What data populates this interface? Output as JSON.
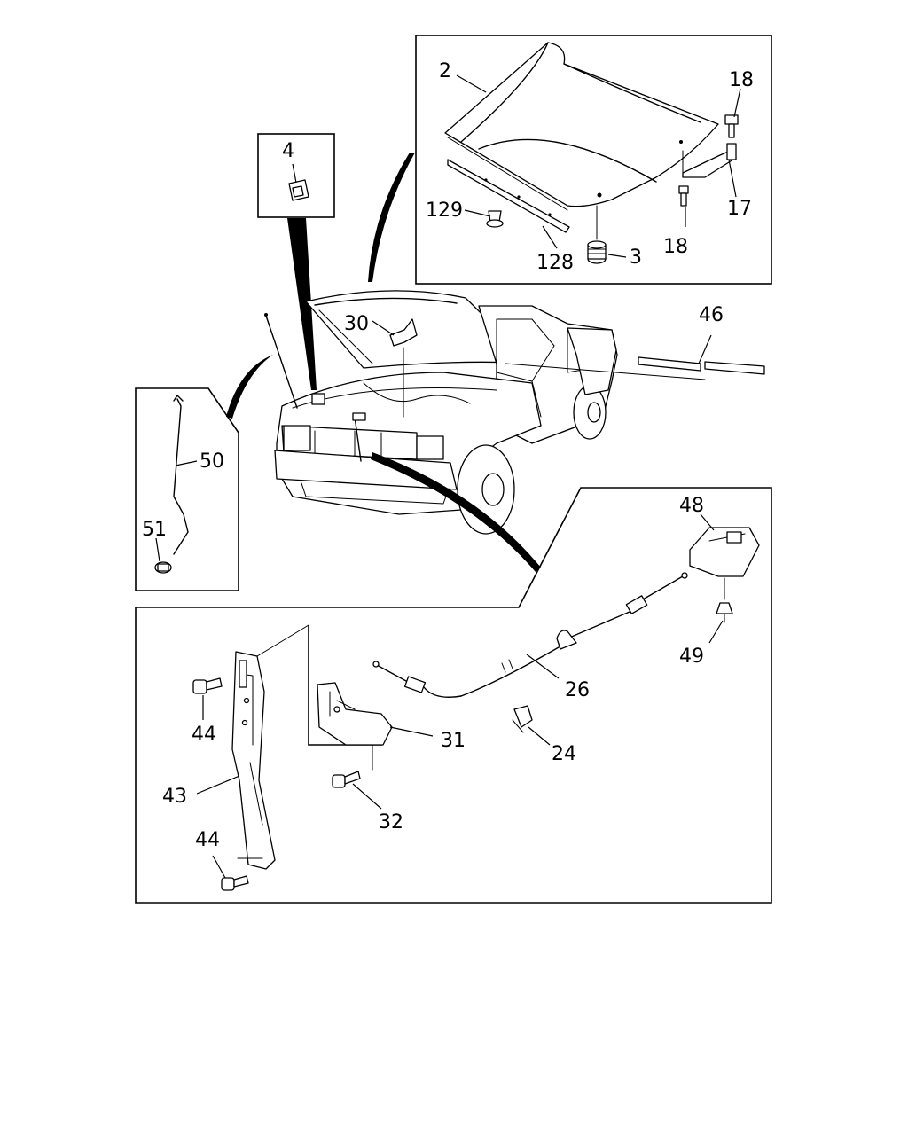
{
  "callouts": {
    "c2": "2",
    "c18a": "18",
    "c4": "4",
    "c17": "17",
    "c129": "129",
    "c18b": "18",
    "c128": "128",
    "c3": "3",
    "c30": "30",
    "c46": "46",
    "c50": "50",
    "c51": "51",
    "c48": "48",
    "c49": "49",
    "c26": "26",
    "c44a": "44",
    "c31": "31",
    "c24": "24",
    "c43": "43",
    "c32": "32",
    "c44b": "44"
  }
}
